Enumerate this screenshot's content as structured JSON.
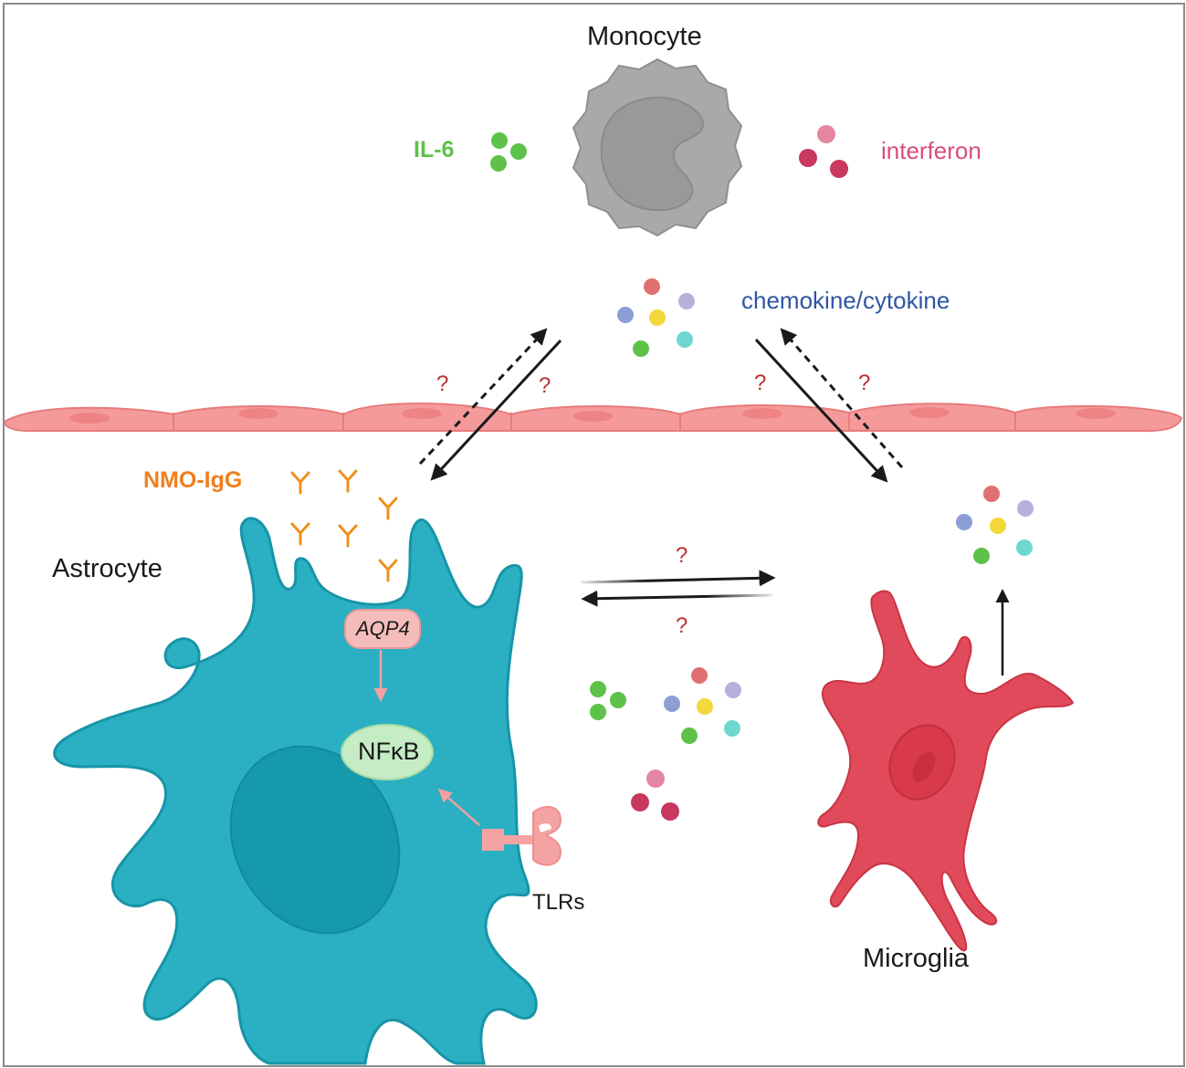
{
  "labels": {
    "monocyte": "Monocyte",
    "il6": "IL-6",
    "interferon": "interferon",
    "chemokine": "chemokine/cytokine",
    "nmo_igg": "NMO-IgG",
    "astrocyte": "Astrocyte",
    "aqp4": "AQP4",
    "nfkb": "NFκB",
    "tlrs": "TLRs",
    "microglia": "Microglia",
    "unknown": "?"
  },
  "colors": {
    "monocyte": "#a9a9a9",
    "astrocyte": "#2ab0c2",
    "astrocyte_nucleus": "#1699ab",
    "microglia": "#e04a5a",
    "endothelium": "#f49a9a",
    "il6_green": "#5ec24a",
    "interferon_pink": "#d94e78",
    "chemokine_blue": "#2f55a4",
    "nmo_orange": "#f07f1e",
    "question_red": "#b83232"
  }
}
